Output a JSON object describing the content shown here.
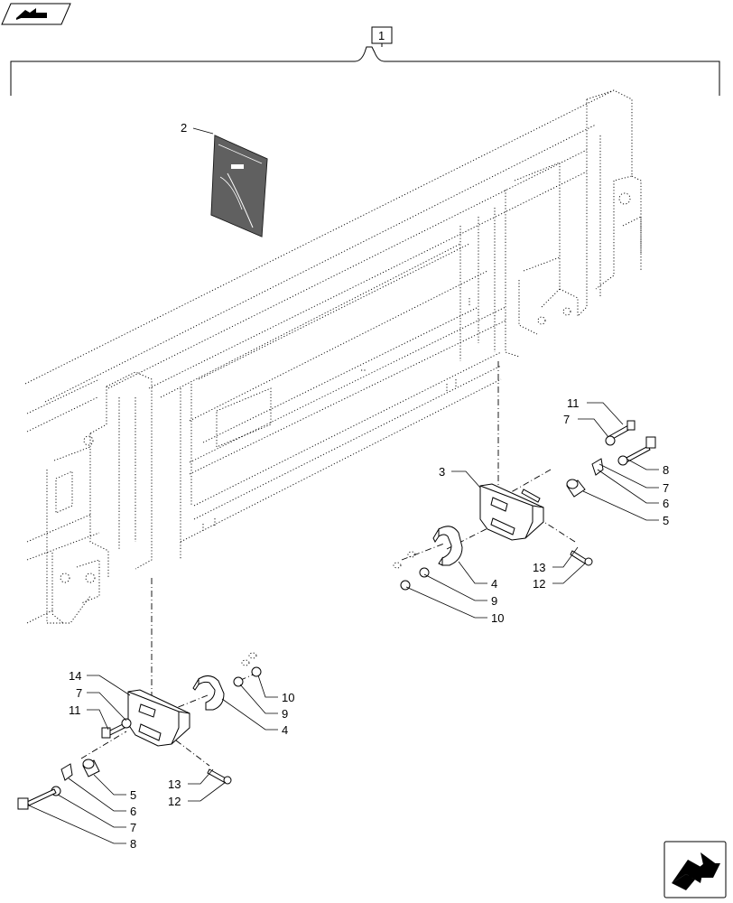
{
  "assembly_number": "1",
  "callouts": [
    {
      "id": "c2",
      "text": "2"
    },
    {
      "id": "c11a",
      "text": "11"
    },
    {
      "id": "c7a",
      "text": "7"
    },
    {
      "id": "c3",
      "text": "3"
    },
    {
      "id": "c8a",
      "text": "8"
    },
    {
      "id": "c7b",
      "text": "7"
    },
    {
      "id": "c6a",
      "text": "6"
    },
    {
      "id": "c5a",
      "text": "5"
    },
    {
      "id": "c4a",
      "text": "4"
    },
    {
      "id": "c13a",
      "text": "13"
    },
    {
      "id": "c12a",
      "text": "12"
    },
    {
      "id": "c9a",
      "text": "9"
    },
    {
      "id": "c10a",
      "text": "10"
    },
    {
      "id": "c14",
      "text": "14"
    },
    {
      "id": "c7c",
      "text": "7"
    },
    {
      "id": "c11b",
      "text": "11"
    },
    {
      "id": "c10b",
      "text": "10"
    },
    {
      "id": "c9b",
      "text": "9"
    },
    {
      "id": "c4b",
      "text": "4"
    },
    {
      "id": "c13b",
      "text": "13"
    },
    {
      "id": "c12b",
      "text": "12"
    },
    {
      "id": "c5b",
      "text": "5"
    },
    {
      "id": "c6b",
      "text": "6"
    },
    {
      "id": "c7d",
      "text": "7"
    },
    {
      "id": "c8b",
      "text": "8"
    }
  ],
  "icons": {
    "top_left": "open-book-arrow-icon",
    "bottom_right": "navigate-next-arrow-icon"
  }
}
